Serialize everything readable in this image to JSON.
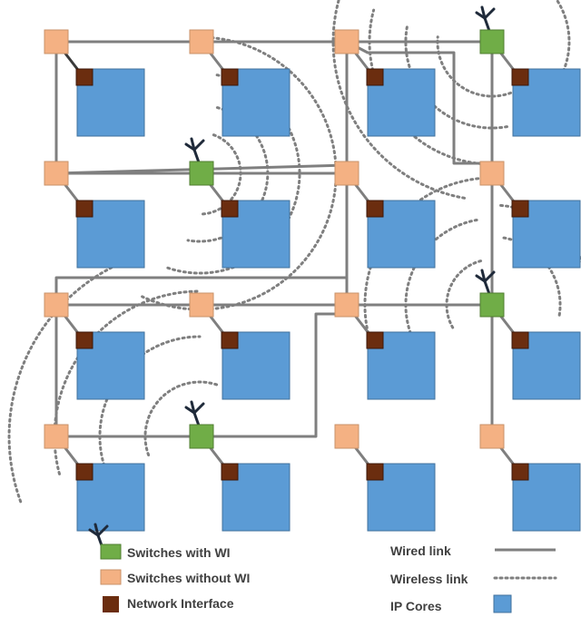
{
  "colors": {
    "ip_core": "#5b9bd5",
    "ip_core_stroke": "#41719c",
    "switch_plain": "#f4b183",
    "switch_plain_stroke": "#c9926a",
    "switch_wi": "#70ad47",
    "switch_wi_stroke": "#507e32",
    "network_interface": "#6b2d0f",
    "wired_link": "#7f7f7f",
    "wireless_link": "#7f7f7f",
    "antenna": "#1f2a3a"
  },
  "legend": {
    "switch_wi_label": "Switches with WI",
    "switch_plain_label": "Switches without WI",
    "network_interface_label": "Network Interface",
    "wired_link_label": "Wired link",
    "wireless_link_label": "Wireless link",
    "ip_cores_label": "IP Cores"
  },
  "grid": {
    "rows": 4,
    "cols": 4,
    "wi_switches": [
      [
        1,
        1
      ],
      [
        0,
        3
      ],
      [
        2,
        3
      ],
      [
        3,
        1
      ]
    ]
  }
}
